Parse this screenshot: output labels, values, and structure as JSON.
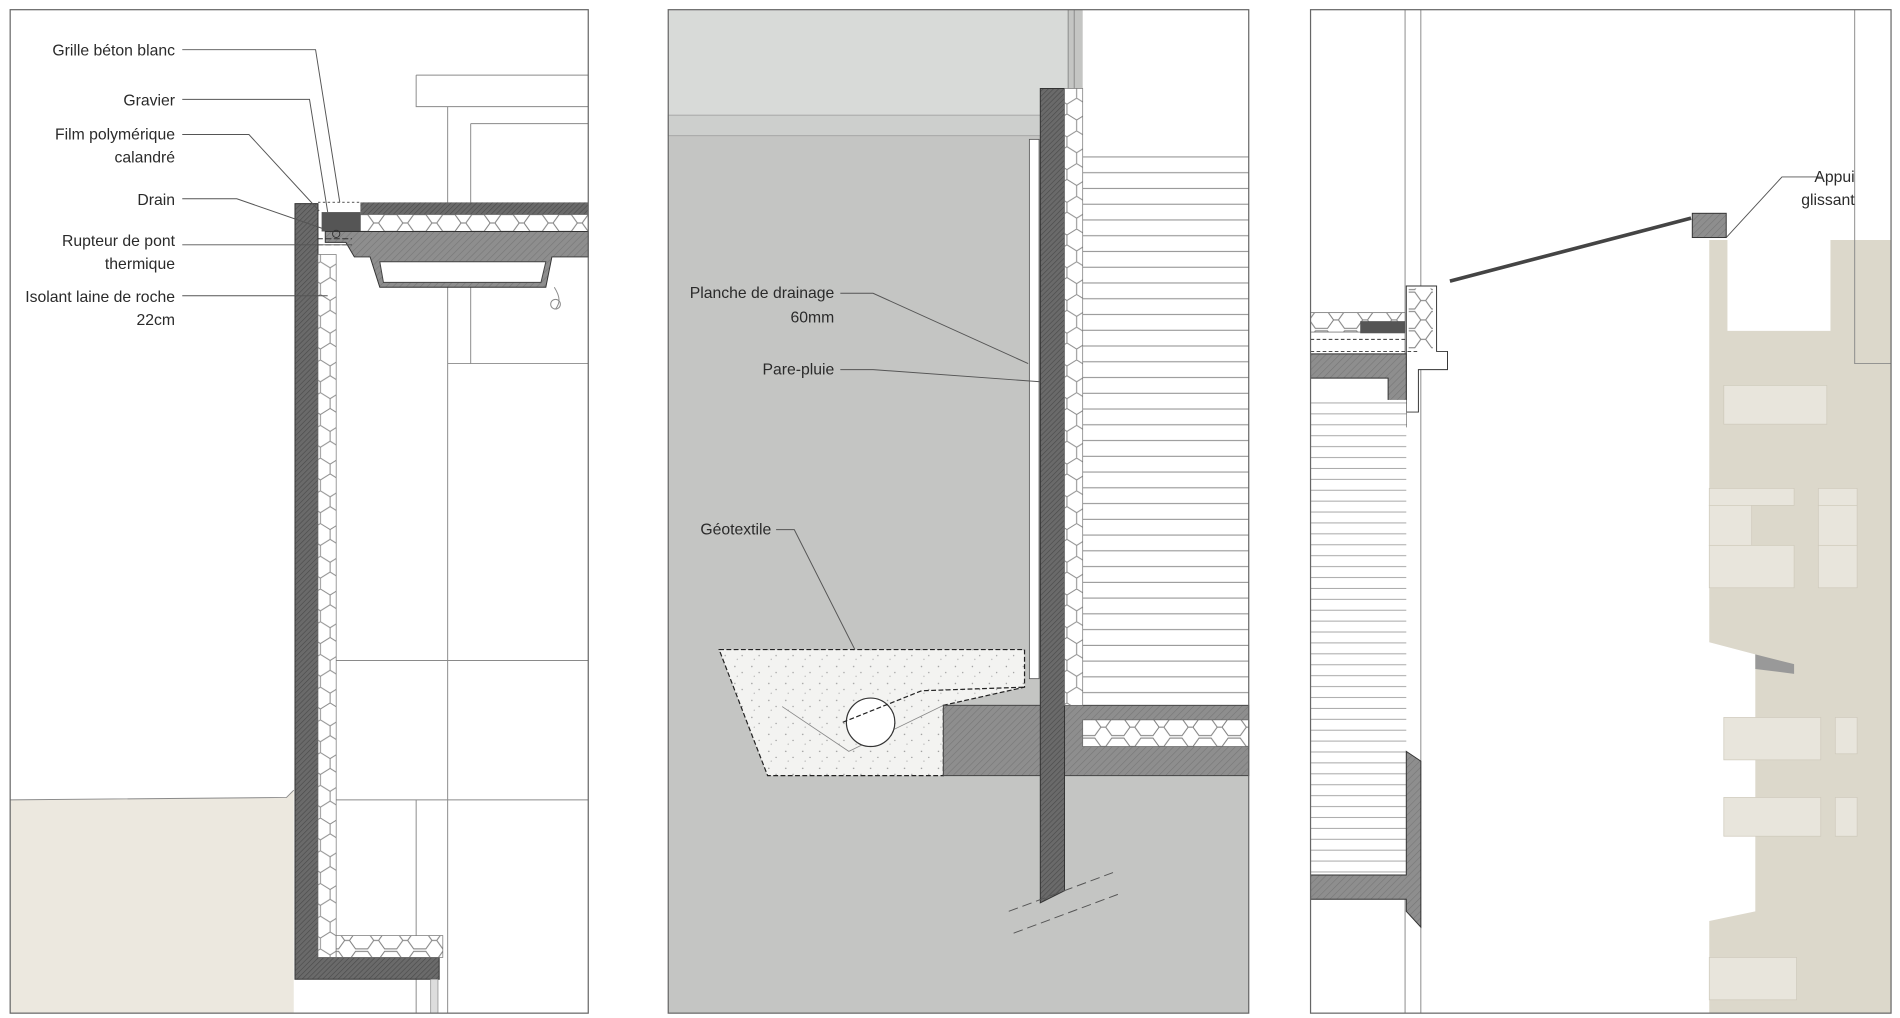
{
  "panels": [
    {
      "name": "roof-parapet-detail",
      "labels": [
        {
          "lines": [
            "Grille béton blanc"
          ]
        },
        {
          "lines": [
            "Gravier"
          ]
        },
        {
          "lines": [
            "Film polymérique",
            "calandré"
          ]
        },
        {
          "lines": [
            "Drain"
          ]
        },
        {
          "lines": [
            "Rupteur de pont",
            "thermique"
          ]
        },
        {
          "lines": [
            "Isolant laine de roche",
            "22cm"
          ]
        }
      ]
    },
    {
      "name": "foundation-drainage-detail",
      "labels": [
        {
          "lines": [
            "Planche de drainage",
            "60mm"
          ]
        },
        {
          "lines": [
            "Pare-pluie"
          ]
        },
        {
          "lines": [
            "Géotextile"
          ]
        }
      ]
    },
    {
      "name": "glass-canopy-detail",
      "labels": [
        {
          "lines": [
            "Appui",
            "glissant"
          ]
        }
      ]
    }
  ],
  "colors": {
    "wall": "#5e5e5e",
    "ground_gray": "#c4c5c3",
    "sky_gray": "#d8dad8",
    "beige": "#ece8df",
    "stone": "#dcd8cb"
  }
}
